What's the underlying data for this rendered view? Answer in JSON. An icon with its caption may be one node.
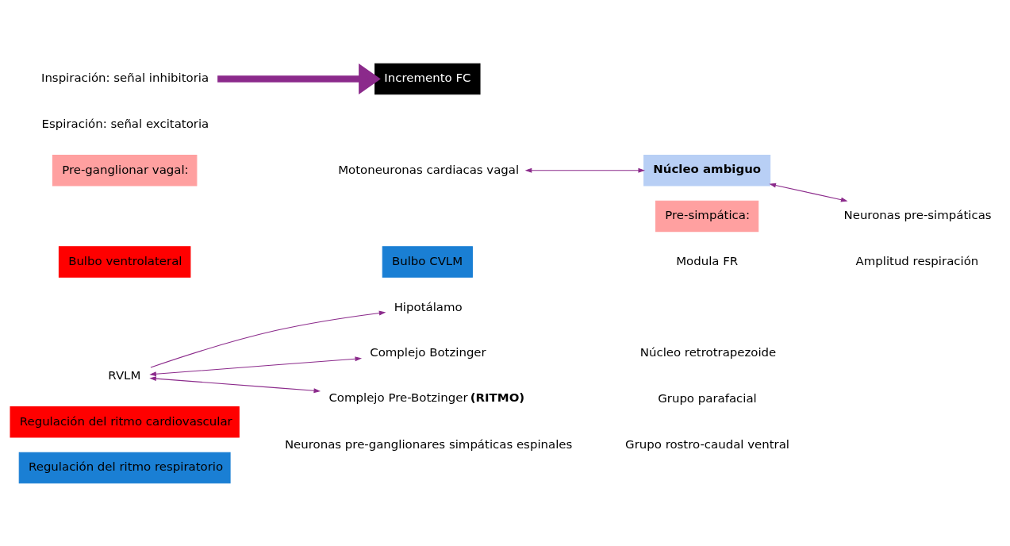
{
  "diagram": {
    "nodes": [
      {
        "text": [
          "Regulación del ritmo cardiovascular"
        ]
      },
      {
        "text": [
          "Regulación del ritmo respiratorio"
        ]
      },
      {
        "text": [
          "Hipotálamo"
        ]
      },
      {
        "text": [
          "Bulbo ventrolateral"
        ]
      },
      {
        "text": [
          "Bulbo CVLM"
        ]
      },
      {
        "text": [
          "Pre-ganglionar vagal:"
        ]
      },
      {
        "text": [
          "Motoneuronas cardiacas vagal"
        ]
      },
      {
        "text": [
          "Núcleo ambiguo"
        ]
      },
      {
        "text": [
          "Inspiración: señal inhibitoria"
        ]
      },
      {
        "text": [
          "Incremento FC"
        ]
      },
      {
        "text": [
          "Pre-simpática:"
        ]
      },
      {
        "text": [
          "Neuronas pre-simpáticas"
        ]
      },
      {
        "text": [
          "RVLM"
        ]
      },
      {
        "text": [
          "Complejo Botzinger"
        ]
      },
      {
        "text": [
          "Complejo Pre-Botzinger **(RITMO)**"
        ]
      }
    ],
    "edges": [
      {
        "from": 6,
        "to": 7,
        "arrow": "both"
      },
      {
        "from": 7,
        "to": 11,
        "arrow": "both"
      },
      {
        "from": 12,
        "to": 2,
        "arrow": "to"
      },
      {
        "from": 12,
        "to": 13,
        "arrow": "both"
      },
      {
        "from": 12,
        "to": 14,
        "arrow": "both"
      },
      {
        "from": 8,
        "to": 9,
        "arrow": "to",
        "style": "thick"
      }
    ],
    "labels": [
      "Modula FR",
      "Amplitud respiración",
      "Espiración: señal excitatoria",
      "Núcleo retrotrapezoide",
      "Grupo parafacial",
      "Neuronas pre-ganglionares simpáticas espinales",
      "Grupo rostro-caudal ventral"
    ]
  }
}
